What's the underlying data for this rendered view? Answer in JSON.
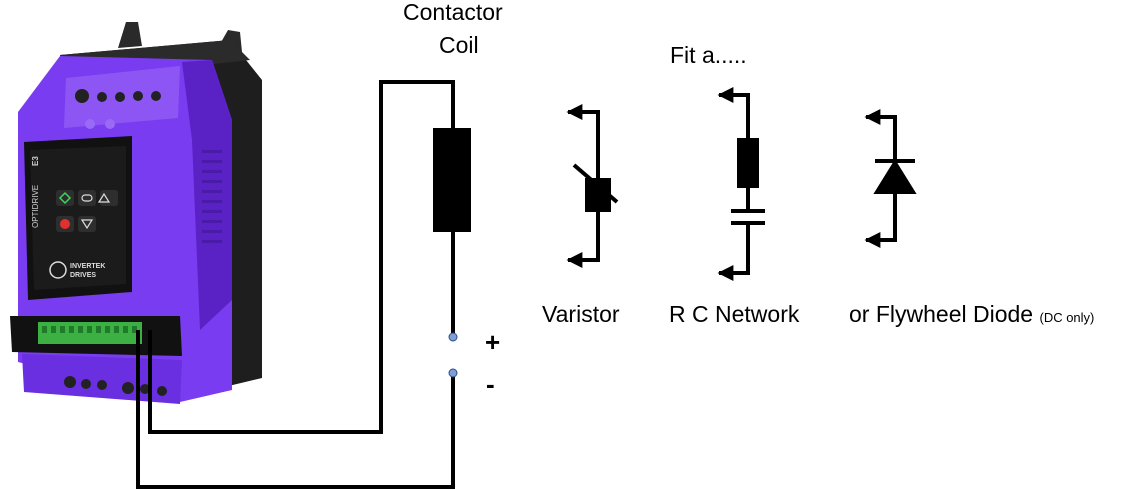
{
  "labels": {
    "contactor_line1": "Contactor",
    "contactor_line2": "Coil",
    "fit": "Fit a.....",
    "varistor": "Varistor",
    "rc_network": "R C Network",
    "flywheel": "or Flywheel Diode",
    "dc_only": "(DC only)",
    "plus": "+",
    "minus": "-"
  },
  "drive": {
    "brand_text": "OPTIDRIVE",
    "model_text": "E3",
    "logo_line1": "INVERTEK",
    "logo_line2": "DRIVES"
  },
  "colors": {
    "drive_purple": "#7a3cf0",
    "drive_purple_dark": "#5a22c4",
    "drive_black": "#1c1c1c",
    "terminal_green": "#3cb043",
    "wire": "#000000",
    "contact_dot": "#7f9fd4"
  }
}
